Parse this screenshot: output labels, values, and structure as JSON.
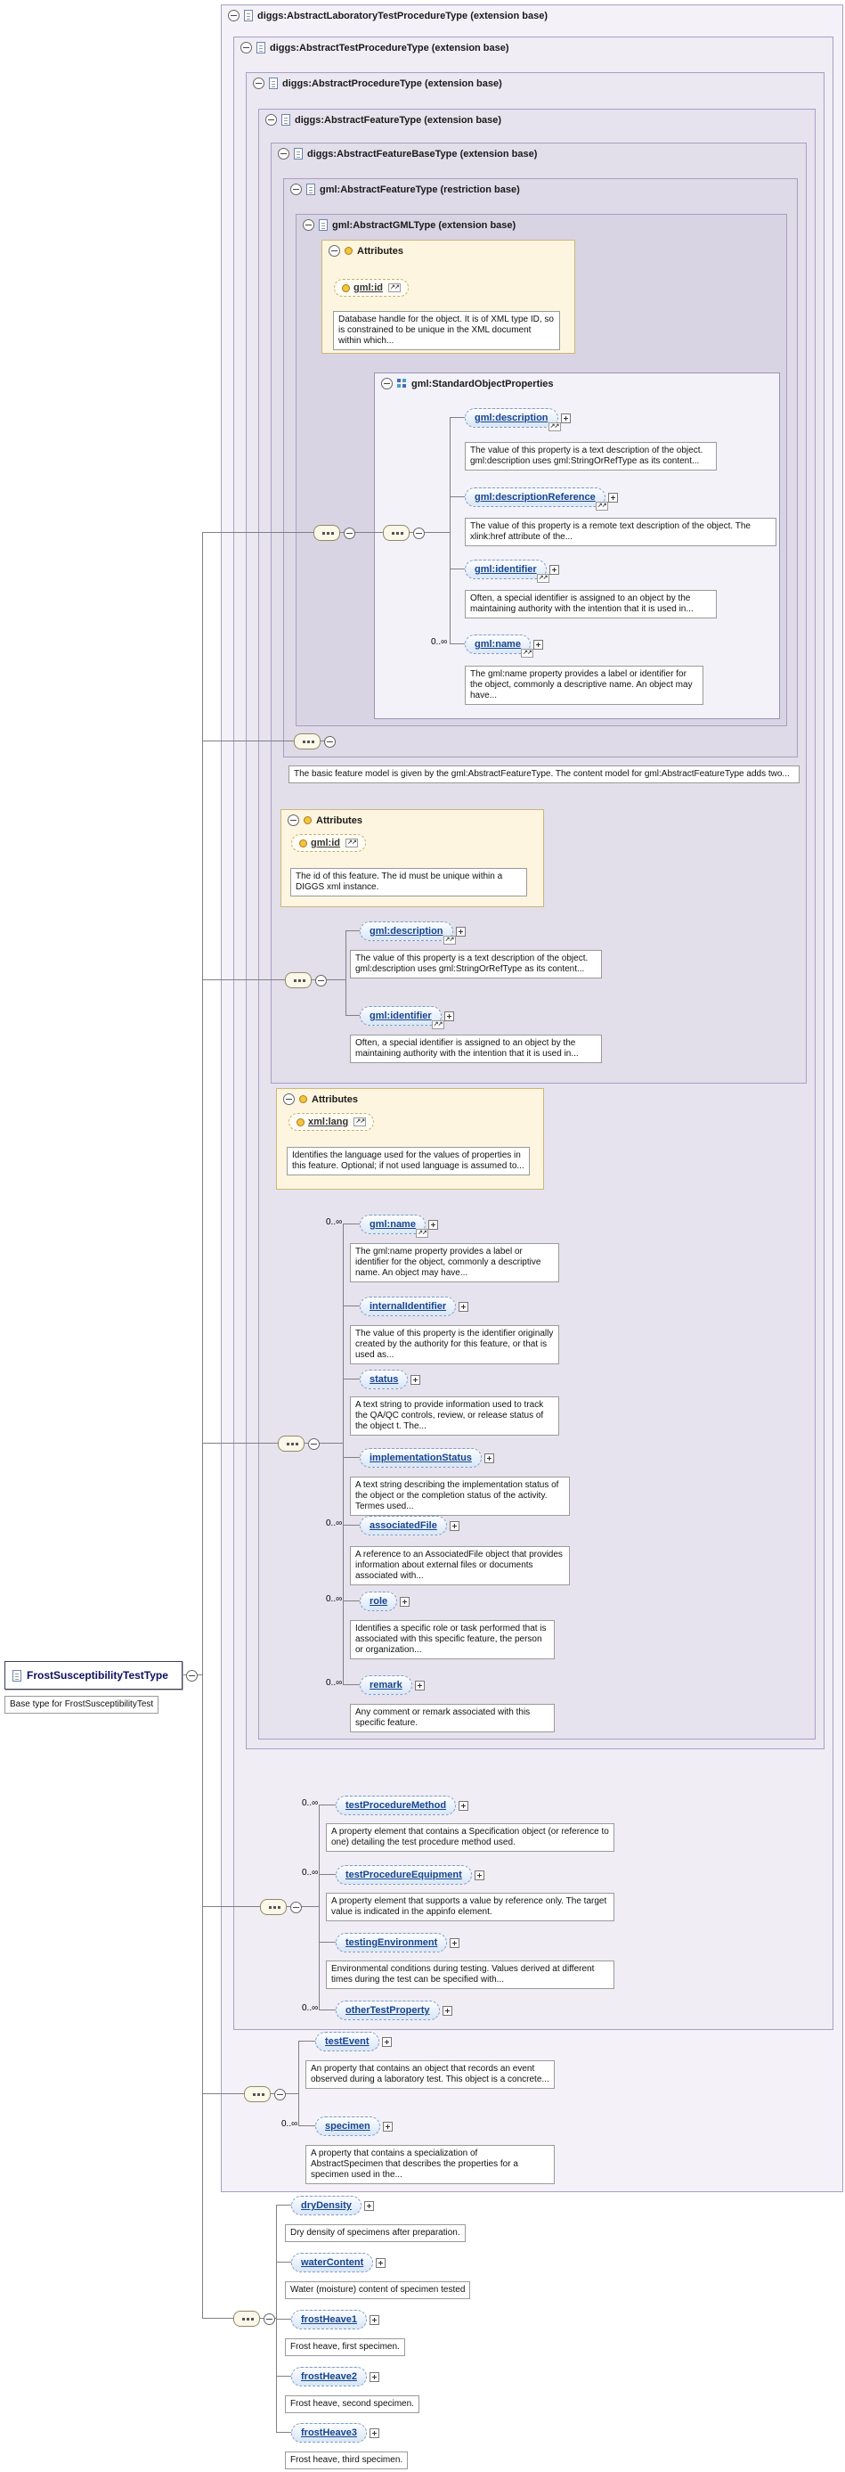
{
  "boxes": [
    "diggs:AbstractLaboratoryTestProcedureType (extension base)",
    "diggs:AbstractTestProcedureType (extension base)",
    "diggs:AbstractProcedureType (extension base)",
    "diggs:AbstractFeatureType (extension base)",
    "diggs:AbstractFeatureBaseType (extension base)",
    "gml:AbstractFeatureType (restriction base)",
    "gml:AbstractGMLType (extension base)"
  ],
  "sop_label": "gml:StandardObjectProperties",
  "attributes_label": "Attributes",
  "attrs": [
    {
      "name": "gml:id",
      "desc": "Database handle for the object. It is of XML type ID, so is constrained to be unique in the XML document within which..."
    },
    {
      "name": "gml:id",
      "desc": "The id of this feature. The id must be unique within a DIGGS xml instance."
    },
    {
      "name": "xml:lang",
      "desc": "Identifies the language used for the values of properties in this feature. Optional; if not used language is assumed to..."
    }
  ],
  "feature_note": "The basic feature model is given by the gml:AbstractFeatureType. The content model for gml:AbstractFeatureType adds two...",
  "root": {
    "label": "FrostSusceptibilityTestType",
    "note": "Base type for FrostSusceptibilityTest"
  },
  "icons": {
    "collapse": "-",
    "expand": "+",
    "reference": "↗↗",
    "sequence": "sequence-compositor"
  },
  "colors": {
    "element_text": "#16458e",
    "box_lavender": "#e7e3ee",
    "attr_yellow": "#f5c33c"
  },
  "elements": [
    {
      "name": "gml:description",
      "desc": "The value of this property is a text description of the object. gml:description uses gml:StringOrRefType as its content..."
    },
    {
      "name": "gml:descriptionReference",
      "desc": "The value of this property is a remote text description of the object. The xlink:href attribute of the..."
    },
    {
      "name": "gml:identifier",
      "desc": "Often, a special identifier is assigned to an object by the maintaining authority with the intention that it is used in..."
    },
    {
      "name": "gml:name",
      "mult": "0..∞",
      "desc": "The gml:name property provides a label or identifier for the object, commonly a descriptive name. An object may have..."
    },
    {
      "name": "gml:description",
      "desc": "The value of this property is a text description of the object. gml:description uses gml:StringOrRefType as its content..."
    },
    {
      "name": "gml:identifier",
      "desc": "Often, a special identifier is assigned to an object by the maintaining authority with the intention that it is used in..."
    },
    {
      "name": "gml:name",
      "mult": "0..∞",
      "desc": "The gml:name property provides a label or identifier for the object, commonly a descriptive name. An object may have..."
    },
    {
      "name": "internalIdentifier",
      "desc": "The value of this property is the identifier originally created by the authority for this feature, or that is used as..."
    },
    {
      "name": "status",
      "desc": "A text string to provide information used to track the QA/QC controls, review, or release status of the object t. The..."
    },
    {
      "name": "implementationStatus",
      "desc": "A text string describing the implementation status of the object or the completion status of the activity. Termes used..."
    },
    {
      "name": "associatedFile",
      "mult": "0..∞",
      "desc": "A reference to an AssociatedFile object that provides information about external files or documents associated with..."
    },
    {
      "name": "role",
      "mult": "0..∞",
      "desc": "Identifies a specific role or task performed that is associated with this specific feature, the person or organization..."
    },
    {
      "name": "remark",
      "mult": "0..∞",
      "desc": "Any comment or remark associated with this specific feature."
    },
    {
      "name": "testProcedureMethod",
      "mult": "0..∞",
      "desc": "A property element that contains a Specification object (or reference to one) detailing the test procedure method used."
    },
    {
      "name": "testProcedureEquipment",
      "mult": "0..∞",
      "desc": "A property element that supports a value by reference only. The target value is indicated in the appinfo element."
    },
    {
      "name": "testingEnvironment",
      "desc": "Environmental conditions during testing. Values derived at different times during the test can be specified with..."
    },
    {
      "name": "otherTestProperty",
      "mult": "0..∞"
    },
    {
      "name": "testEvent",
      "desc": "An property that contains an object that records an event observed during a laboratory test. This object is a concrete..."
    },
    {
      "name": "specimen",
      "mult": "0..∞",
      "desc": "A property that contains a specialization of AbstractSpecimen that describes the properties for a specimen used in the..."
    },
    {
      "name": "dryDensity",
      "desc": "Dry density of specimens after preparation."
    },
    {
      "name": "waterContent",
      "desc": "Water (moisture) content of specimen tested"
    },
    {
      "name": "frostHeave1",
      "desc": "Frost heave, first specimen."
    },
    {
      "name": "frostHeave2",
      "desc": "Frost heave, second specimen."
    },
    {
      "name": "frostHeave3",
      "desc": "Frost heave, third specimen."
    }
  ]
}
